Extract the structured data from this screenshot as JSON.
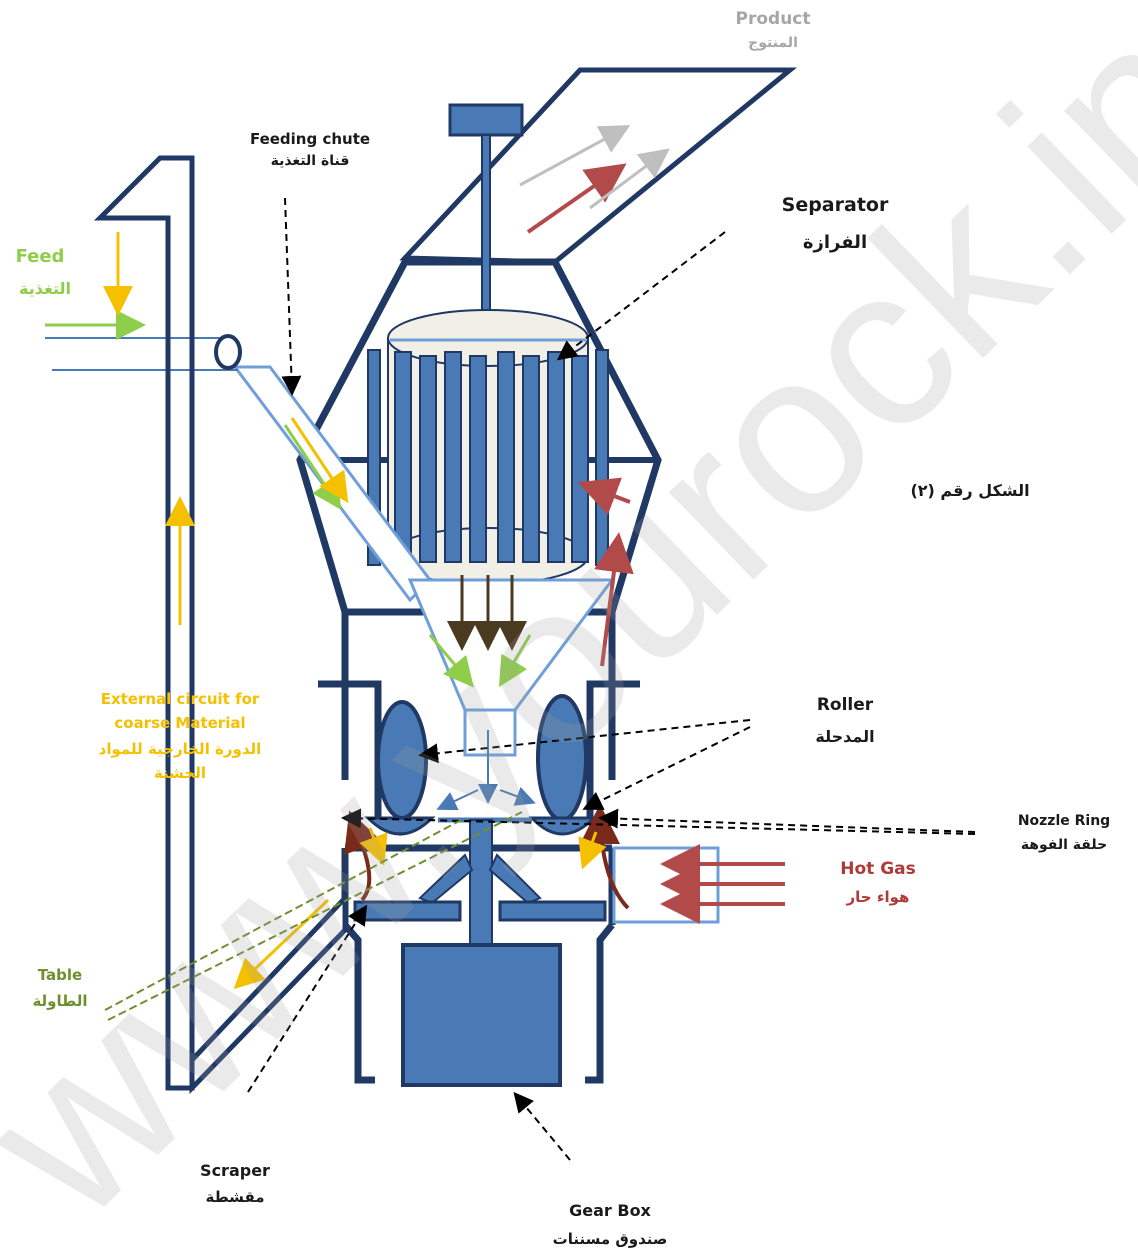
{
  "colors": {
    "structure": "#1f3864",
    "fill": "#4a7ab5",
    "chute": "#6f9fd8",
    "hot": "#b34a4a",
    "green": "#8fce4a",
    "amber": "#f5c000",
    "olive": "#6f8f2e",
    "brown": "#7a2a1a",
    "grey": "#bfbfbf"
  },
  "labels": {
    "product_en": "Product",
    "product_ar": "المنتوج",
    "feeding_chute_en": "Feeding chute",
    "feeding_chute_ar": "قناة التغذية",
    "separator_en": "Separator",
    "separator_ar": "الفرازة",
    "feed_en": "Feed",
    "feed_ar": "التغذية",
    "figure_caption": "الشكل رقم (٢)",
    "external_1": "External circuit for",
    "external_2": "coarse Material",
    "external_ar_1": "الدورة الخارجية للمواد",
    "external_ar_2": "الخشنة",
    "roller_en": "Roller",
    "roller_ar": "المدحلة",
    "nozzle_en": "Nozzle Ring",
    "nozzle_ar": "حلقة الفوهة",
    "hot_gas_en": "Hot Gas",
    "hot_gas_ar": "هواء حار",
    "table_en": "Table",
    "table_ar": "الطاولة",
    "scraper_en": "Scraper",
    "scraper_ar": "مقشطة",
    "gearbox_en": "Gear Box",
    "gearbox_ar": "صندوق مسننات",
    "watermark": "www.yourock.info"
  }
}
